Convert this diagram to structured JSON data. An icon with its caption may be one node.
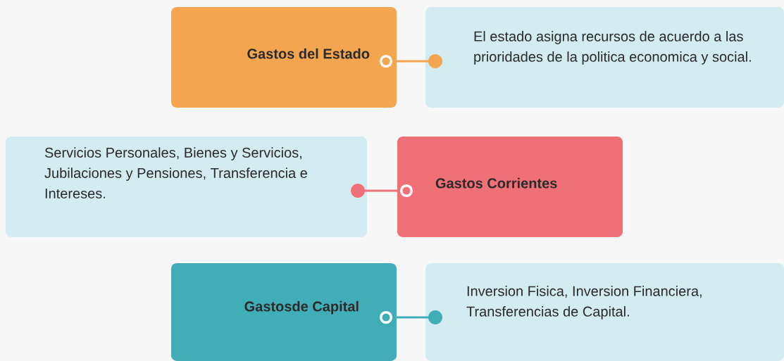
{
  "diagram": {
    "nodes": [
      {
        "text": [
          "Gastos del Estado"
        ]
      },
      {
        "text": [
          "El estado asigna recursos de acuerdo a las prioridades de la politica economica y social."
        ]
      },
      {
        "text": [
          "Servicios Personales, Bienes y Servicios, Jubilaciones y Pensiones, Transferencia e Intereses."
        ]
      },
      {
        "text": [
          "Gastos Corrientes"
        ]
      },
      {
        "text": [
          "Gastosde Capital"
        ]
      },
      {
        "text": [
          "Inversion Fisica, Inversion Financiera, Transferencias de Capital."
        ]
      }
    ],
    "edges": [
      {
        "from": 0,
        "to": 1,
        "arrow": "other",
        "color": "#f4a550"
      },
      {
        "from": 3,
        "to": 2,
        "arrow": "other",
        "color": "#f07077"
      },
      {
        "from": 4,
        "to": 5,
        "arrow": "other",
        "color": "#41aeb7"
      }
    ]
  }
}
